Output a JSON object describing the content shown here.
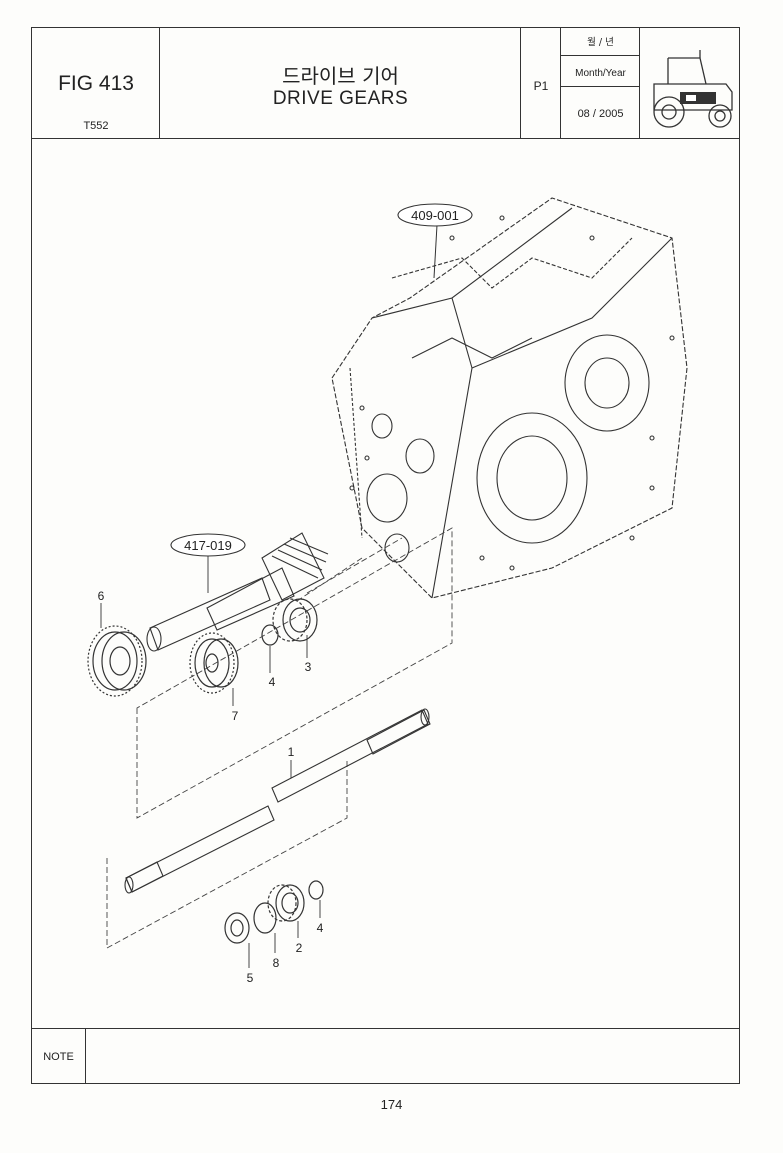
{
  "header": {
    "figure": "FIG 413",
    "model": "T552",
    "title_korean": "드라이브 기어",
    "title_english": "DRIVE GEARS",
    "page": "P1",
    "date_label_korean": "월 / 년",
    "date_label_english": "Month/Year",
    "date_value": "08 / 2005",
    "image_icon": "tractor-icon"
  },
  "diagram": {
    "assembly_refs": [
      "409-001",
      "417-019"
    ],
    "part_numbers": {
      "p1": "1",
      "p2": "2",
      "p3": "3",
      "p4a": "4",
      "p4b": "4",
      "p5": "5",
      "p6": "6",
      "p7": "7",
      "p8": "8"
    }
  },
  "footer": {
    "note_label": "NOTE",
    "note_text": "",
    "page_number": "174"
  }
}
